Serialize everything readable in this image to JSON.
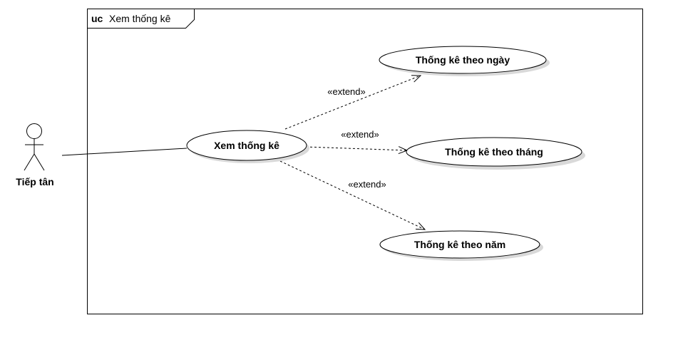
{
  "frame": {
    "keyword": "uc",
    "title": "Xem thống kê"
  },
  "actor": {
    "name": "Tiếp tân"
  },
  "use_cases": {
    "main": "Xem thống kê",
    "by_day": "Thống kê theo ngày",
    "by_month": "Thống kê theo tháng",
    "by_year": "Thống kê theo năm"
  },
  "relations": {
    "extend_day": "«extend»",
    "extend_month": "«extend»",
    "extend_year": "«extend»"
  },
  "colors": {
    "stroke": "#000000",
    "shadow": "#d9d9d9",
    "fill": "#ffffff"
  }
}
